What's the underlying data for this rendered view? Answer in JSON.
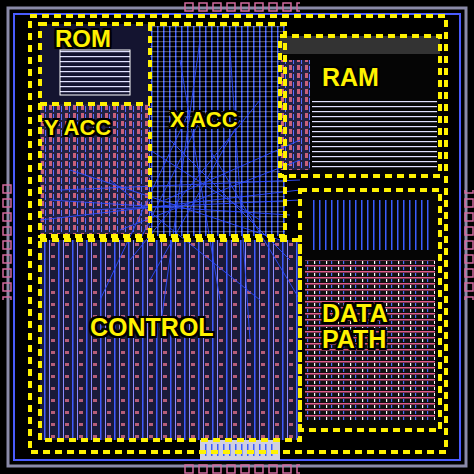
{
  "diagram": {
    "labels": [
      "ROM",
      "Y ACC",
      "X ACC",
      "RAM",
      "CONTROL",
      "DATA PATH"
    ]
  }
}
